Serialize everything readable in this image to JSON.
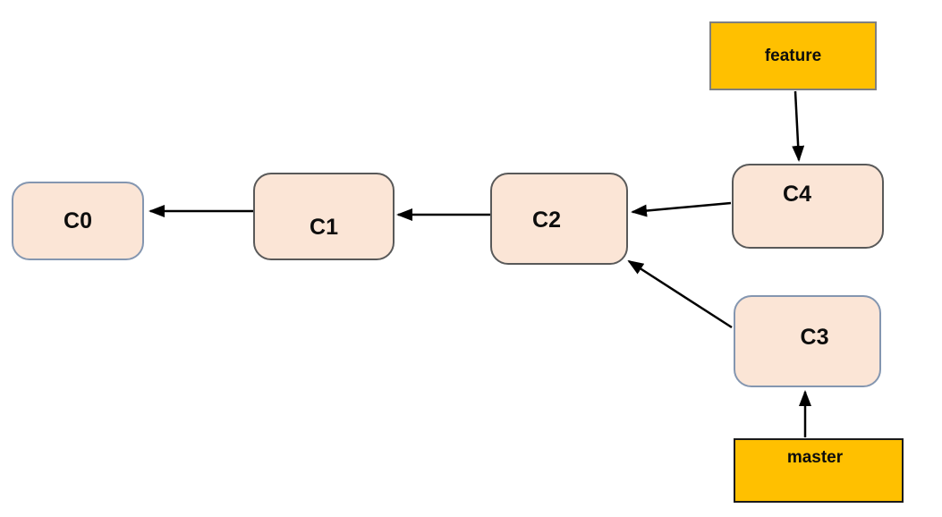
{
  "diagram": {
    "nodes": {
      "c0": {
        "label": "C0"
      },
      "c1": {
        "label": "C1"
      },
      "c2": {
        "label": "C2"
      },
      "c3": {
        "label": "C3"
      },
      "c4": {
        "label": "C4"
      }
    },
    "branches": {
      "feature": {
        "label": "feature"
      },
      "master": {
        "label": "master"
      }
    },
    "edges": [
      {
        "from": "C1",
        "to": "C0"
      },
      {
        "from": "C2",
        "to": "C1"
      },
      {
        "from": "C4",
        "to": "C2"
      },
      {
        "from": "C3",
        "to": "C2"
      },
      {
        "from": "feature",
        "to": "C4"
      },
      {
        "from": "master",
        "to": "C3"
      }
    ],
    "colors": {
      "node_fill": "#FBE5D6",
      "node_border_dark_gray": "#595959",
      "node_border_blue_gray": "#8496B0",
      "branch_fill": "#FFC000",
      "feature_border": "#7F7F7F",
      "master_border": "#1A1A1A",
      "arrow": "#000000",
      "background": "#FFFFFF"
    }
  }
}
